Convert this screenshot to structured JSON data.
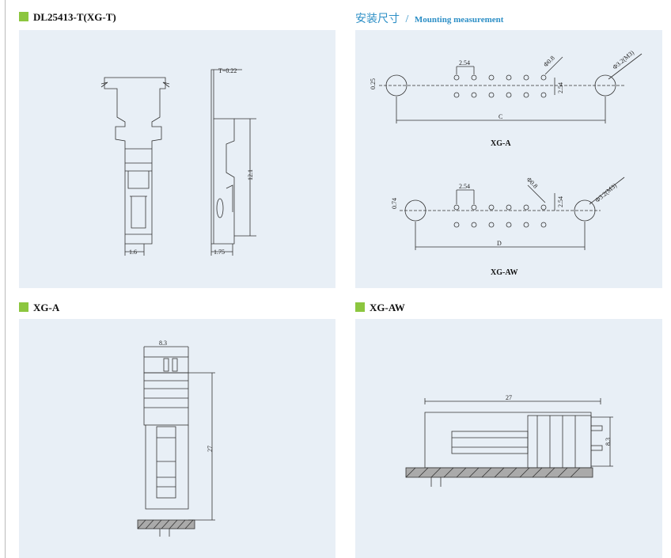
{
  "headers": {
    "terminal": "DL25413-T(XG-T)",
    "mount_cn": "安装尺寸",
    "mount_sep": "/",
    "mount_en": "Mounting measurement",
    "xga": "XG-A",
    "xgaw": "XG-AW"
  },
  "terminal_dims": {
    "t": "T=0.22",
    "h": "12.1",
    "w1": "1.6",
    "w2": "1.75"
  },
  "mount_a": {
    "d1": "0.25",
    "pitch": "2.54",
    "hole": "Φ0.8",
    "mount_hole": "Φ3.2(M3)",
    "row": "2.54",
    "span": "C",
    "caption": "XG-A"
  },
  "mount_aw": {
    "d1": "0.74",
    "pitch": "2.54",
    "hole": "Φ0.8",
    "mount_hole": "Φ3.2(M3)",
    "row": "2.54",
    "span": "D",
    "caption": "XG-AW"
  },
  "xga_dims": {
    "w": "8.3",
    "h": "27"
  },
  "xgaw_dims": {
    "w": "27",
    "h": "8.3"
  },
  "colors": {
    "accent_square": "#8cc63f",
    "mount_title": "#2d8fc6",
    "panel_bg": "#e8eff6"
  }
}
